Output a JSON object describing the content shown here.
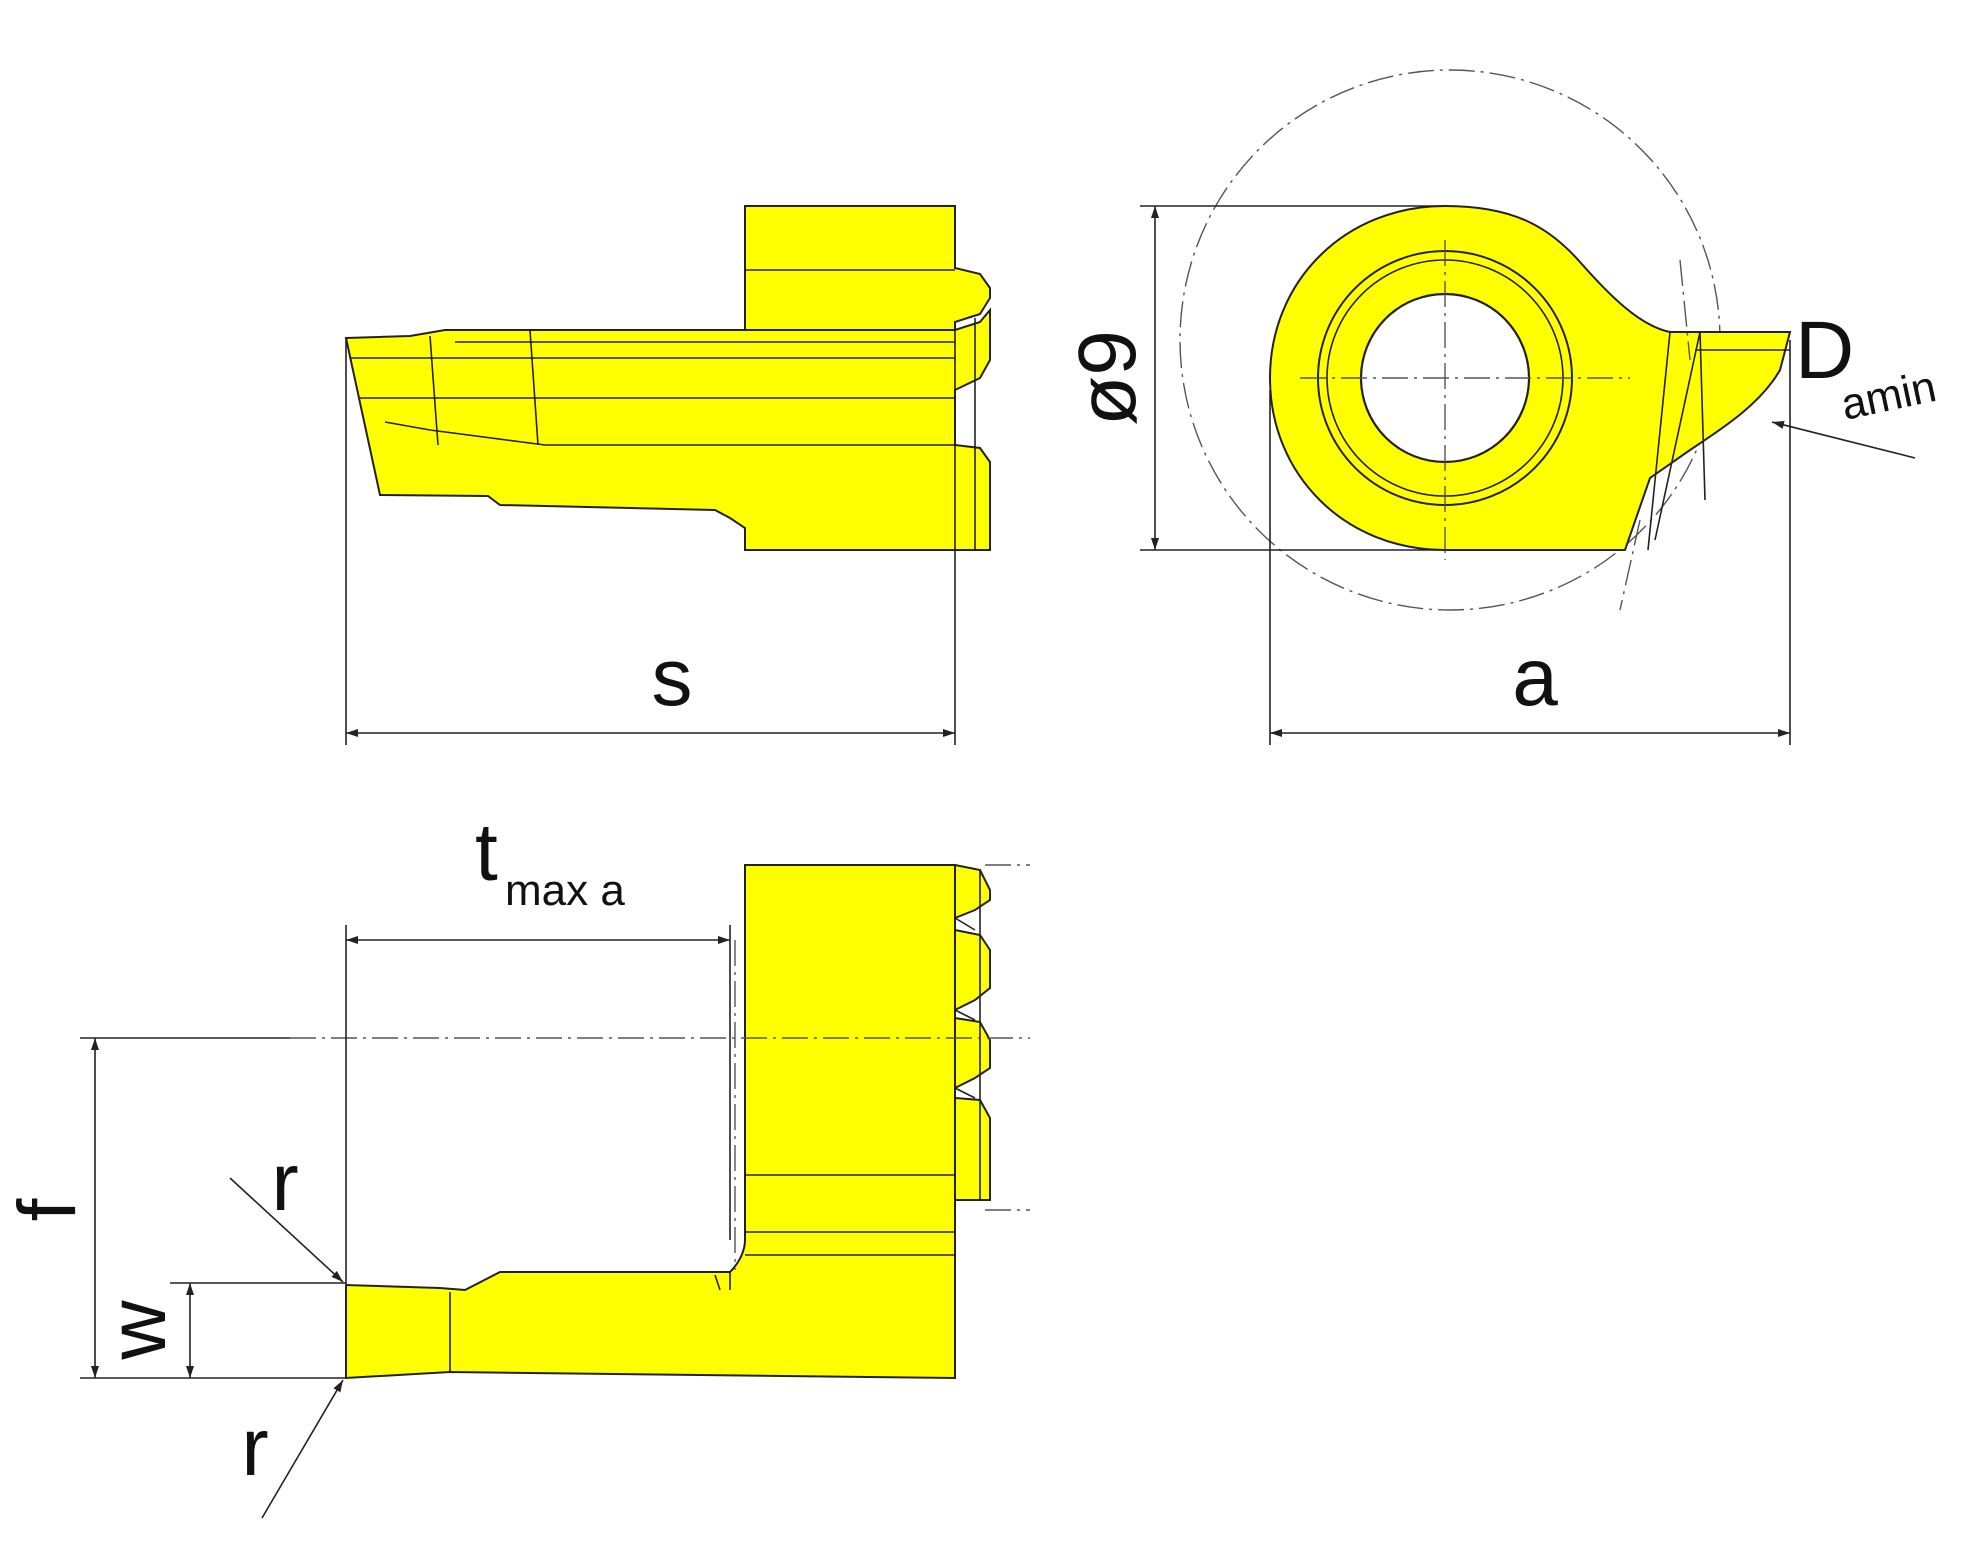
{
  "labels": {
    "s": "s",
    "a": "a",
    "diameter": "ø9",
    "d_main": "D",
    "d_sub": "amin",
    "t_main": "t",
    "t_sub": "max a",
    "f": "f",
    "w": "w",
    "r_top": "r",
    "r_bottom": "r"
  },
  "colors": {
    "insert_fill": "#ffff00",
    "line": "#222222",
    "background": "#ffffff"
  }
}
